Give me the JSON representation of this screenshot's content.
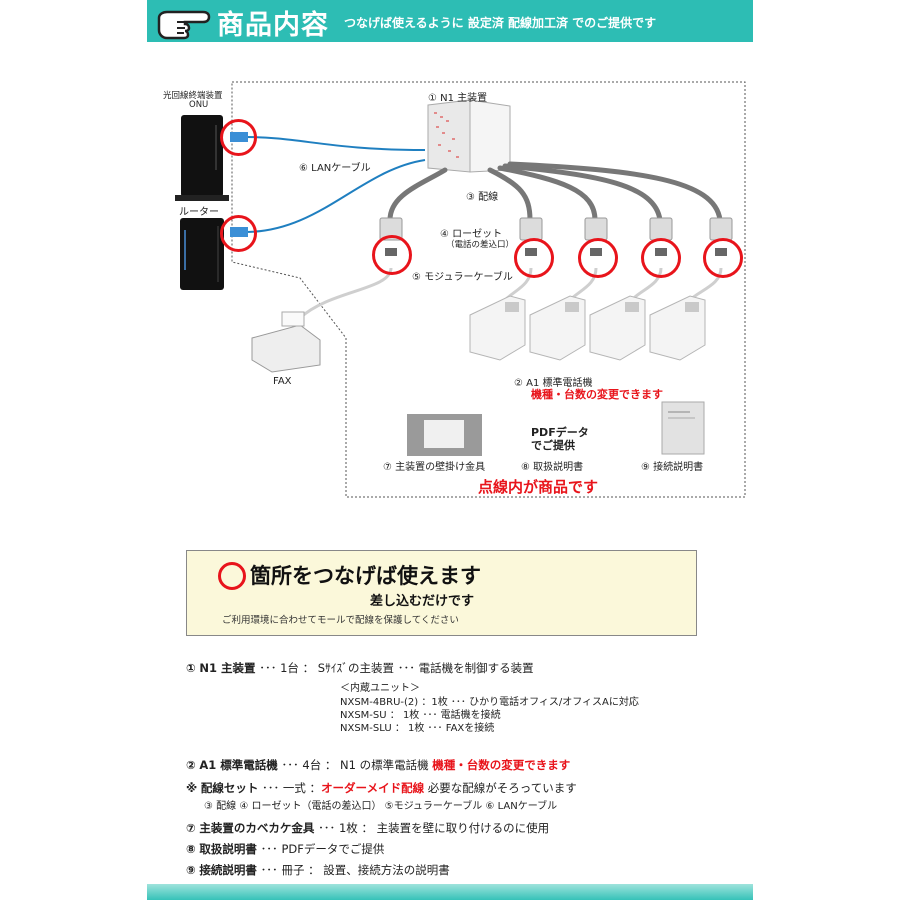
{
  "header": {
    "title": "商品内容",
    "subtitle": "つなげば使えるように 設定済 配線加工済 でのご提供です"
  },
  "diagram": {
    "onu_label_line1": "光回線終端装置",
    "onu_label_line2": "ONU",
    "router_label": "ルーター",
    "fax_label": "FAX",
    "item1_label": "① N1 主装置",
    "item6_label": "⑥ LANケーブル",
    "item3_label": "③ 配線",
    "item4_label": "④ ローゼット",
    "item4_sub": "（電話の差込口）",
    "item5_label": "⑤ モジュラーケーブル",
    "item2_label": "② A1 標準電話機",
    "item2_note": "機種・台数の変更できます",
    "pdf_label_line1": "PDFデータ",
    "pdf_label_line2": "でご提供",
    "item7_label": "⑦ 主装置の壁掛け金具",
    "item8_label": "⑧ 取扱説明書",
    "item9_label": "⑨ 接続説明書",
    "product_note": "点線内が商品です"
  },
  "connect_box": {
    "title": "箇所をつなげば使えます",
    "subtitle": "差し込むだけです",
    "note": "ご利用環境に合わせてモールで配線を保護してください"
  },
  "details": {
    "d1_num": "①",
    "d1_name": "N1 主装置",
    "d1_text": "･･･ 1台 ： Sｻｲｽﾞの主装置 ･･･ 電話機を制御する装置",
    "d1_unit_head": "＜内蔵ユニット＞",
    "d1_unit1": "NXSM-4BRU-(2) ：1枚 ･･･ ひかり電話オフィス/オフィスAに対応",
    "d1_unit2": "NXSM-SU ： 1枚 ･･･ 電話機を接続",
    "d1_unit3": "NXSM-SLU ： 1枚 ･･･ FAXを接続",
    "d2_num": "②",
    "d2_name": "A1 標準電話機",
    "d2_text": "･･･ 4台 ： N1 の標準電話機",
    "d2_note": "機種・台数の変更できます",
    "dx_num": "※",
    "dx_name": "配線セット",
    "dx_text1": "･･･ 一式 ：",
    "dx_red": "オーダーメイド配線",
    "dx_text2": "必要な配線がそろっています",
    "dx_sub": "③ 配線 ④ ローゼット（電話の差込口） ⑤モジュラーケーブル ⑥ LANケーブル",
    "d7_num": "⑦",
    "d7_name": "主装置のカベカケ金具",
    "d7_text": "･･･ 1枚 ： 主装置を壁に取り付けるのに使用",
    "d8_num": "⑧",
    "d8_name": "取扱説明書",
    "d8_text": "･･･ PDFデータでご提供",
    "d9_num": "⑨",
    "d9_name": "接続説明書",
    "d9_text": "･･･ 冊子 ： 設置、接続方法の説明書"
  },
  "colors": {
    "banner": "#2dbdb4",
    "accent_red": "#e8141b",
    "cable_blue": "#1f7fc0",
    "box_yellow": "#fbf8da"
  },
  "icons": [
    "pointing-hand-icon",
    "onu-device-icon",
    "router-device-icon",
    "fax-machine-icon",
    "main-unit-icon",
    "rosette-icon",
    "desk-phone-icon",
    "wall-bracket-icon",
    "manual-booklet-icon"
  ]
}
